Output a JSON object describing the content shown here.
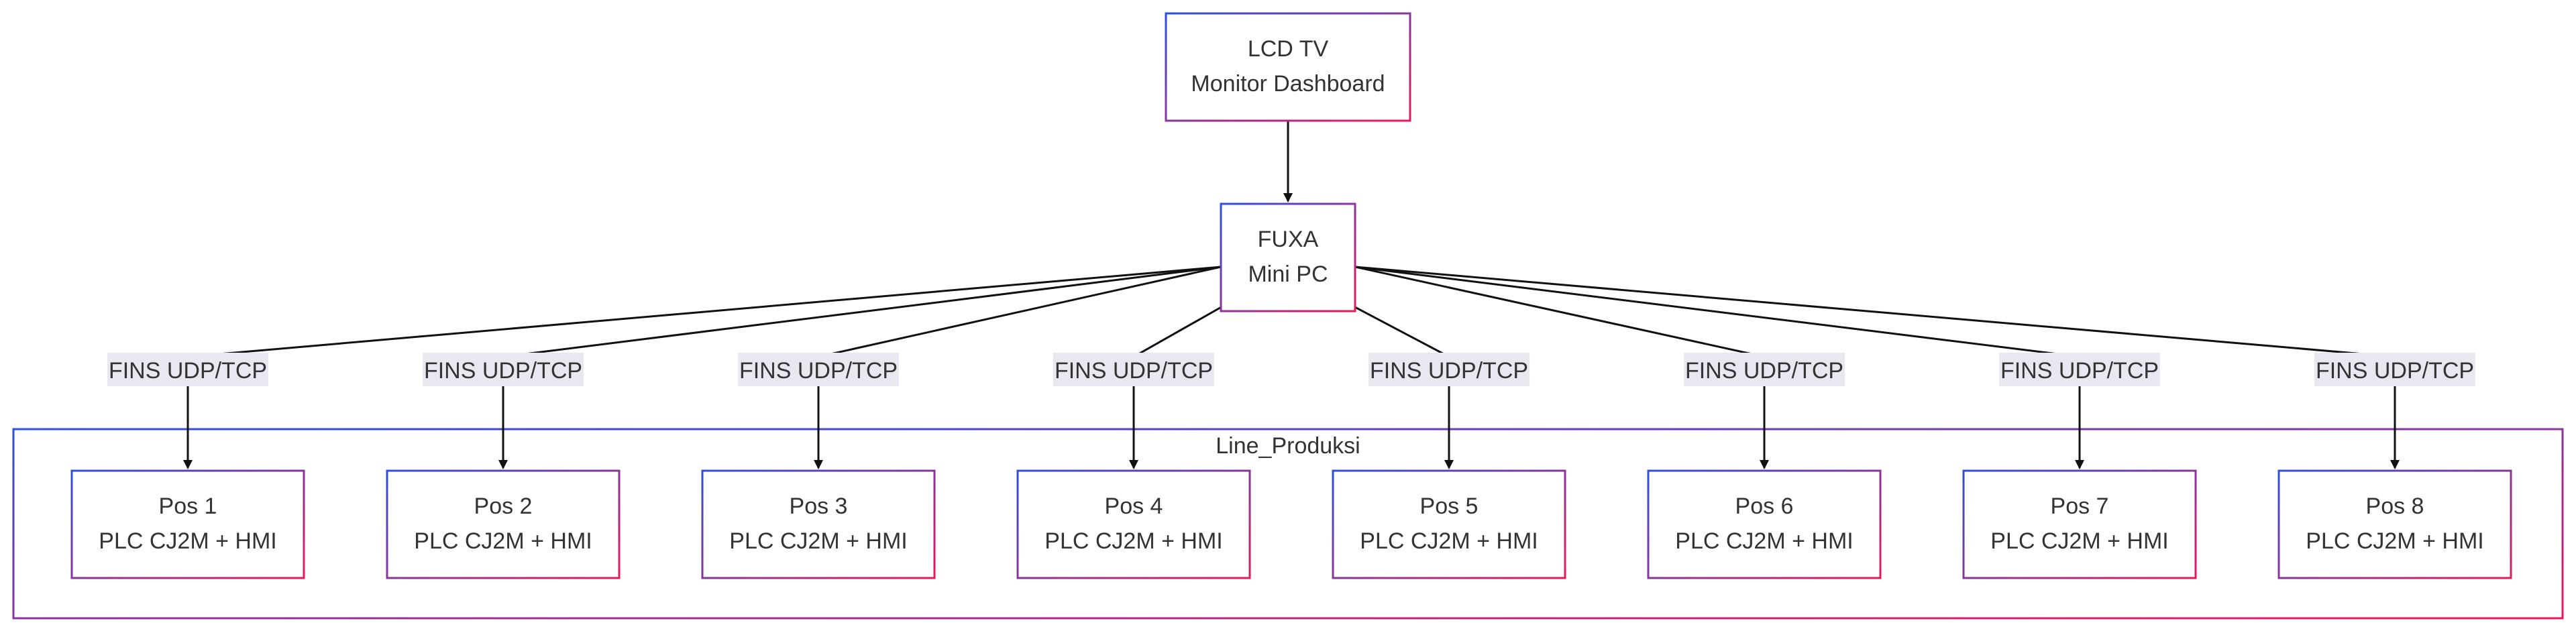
{
  "diagram": {
    "top_node": {
      "line1": "LCD TV",
      "line2": "Monitor Dashboard"
    },
    "hub_node": {
      "line1": "FUXA",
      "line2": "Mini PC"
    },
    "cluster": {
      "label": "Line_Produksi"
    },
    "edge_label": "FINS UDP/TCP",
    "positions": [
      {
        "line1": "Pos 1",
        "line2": "PLC CJ2M + HMI"
      },
      {
        "line1": "Pos 2",
        "line2": "PLC CJ2M + HMI"
      },
      {
        "line1": "Pos 3",
        "line2": "PLC CJ2M + HMI"
      },
      {
        "line1": "Pos 4",
        "line2": "PLC CJ2M + HMI"
      },
      {
        "line1": "Pos 5",
        "line2": "PLC CJ2M + HMI"
      },
      {
        "line1": "Pos 6",
        "line2": "PLC CJ2M + HMI"
      },
      {
        "line1": "Pos 7",
        "line2": "PLC CJ2M + HMI"
      },
      {
        "line1": "Pos 8",
        "line2": "PLC CJ2M + HMI"
      }
    ],
    "colors": {
      "border_start": "#2c4fdc",
      "border_end": "#e8185c",
      "edge": "#111111",
      "label_bg": "#e8e8f0"
    }
  }
}
